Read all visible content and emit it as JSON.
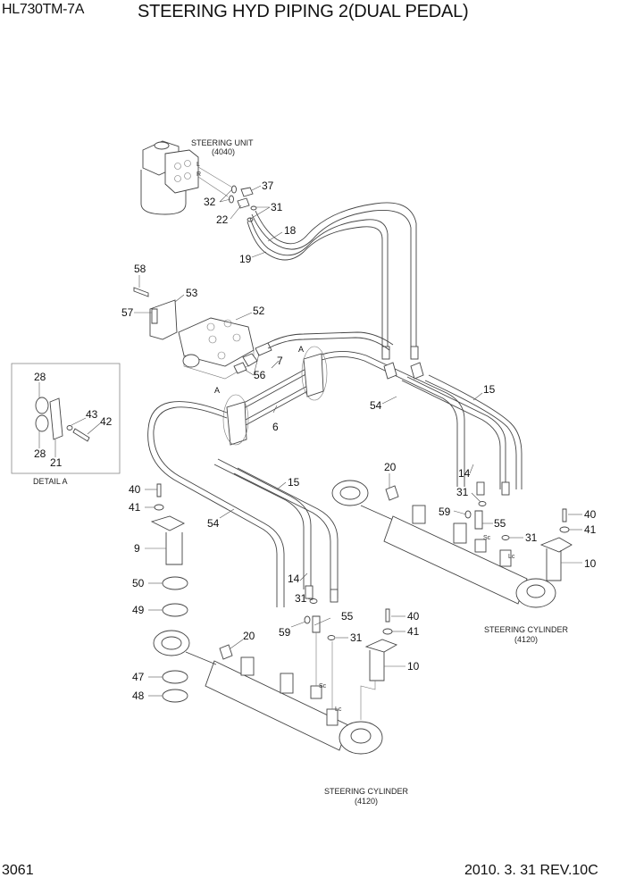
{
  "header": {
    "model": "HL730TM-7A",
    "title": "STEERING HYD PIPING 2(DUAL PEDAL)"
  },
  "footer": {
    "page": "3061",
    "revision": "2010. 3. 31  REV.10C"
  },
  "captions": {
    "steering_unit": "STEERING UNIT",
    "steering_unit_code": "(4040)",
    "cylinder_right": "STEERING CYLINDER",
    "cylinder_right_code": "(4120)",
    "cylinder_left": "STEERING CYLINDER",
    "cylinder_left_code": "(4120)",
    "detail": "DETAIL A",
    "section_mark_1": "A",
    "section_mark_2": "A",
    "port_l": "L",
    "port_r": "R",
    "port_sc_1": "Sc",
    "port_lc_1": "Lc",
    "port_sc_2": "Sc",
    "port_lc_2": "Lc"
  },
  "callouts": {
    "c37": "37",
    "c32": "32",
    "c31a": "31",
    "c22": "22",
    "c18": "18",
    "c19": "19",
    "c58": "58",
    "c53": "53",
    "c52": "52",
    "c57": "57",
    "c56": "56",
    "c7": "7",
    "c6": "6",
    "c54a": "54",
    "c15a": "15",
    "c28a": "28",
    "c28b": "28",
    "c43": "43",
    "c42": "42",
    "c21": "21",
    "c20a": "20",
    "c14a": "14",
    "c31b": "31",
    "c59a": "59",
    "c55a": "55",
    "c31c": "31",
    "c40a": "40",
    "c41a": "41",
    "c10a": "10",
    "c40b": "40",
    "c41b": "41",
    "c9": "9",
    "c50": "50",
    "c49": "49",
    "c54b": "54",
    "c15b": "15",
    "c14b": "14",
    "c31d": "31",
    "c55b": "55",
    "c59b": "59",
    "c31e": "31",
    "c40c": "40",
    "c41c": "41",
    "c10b": "10",
    "c20b": "20",
    "c47": "47",
    "c48": "48"
  }
}
